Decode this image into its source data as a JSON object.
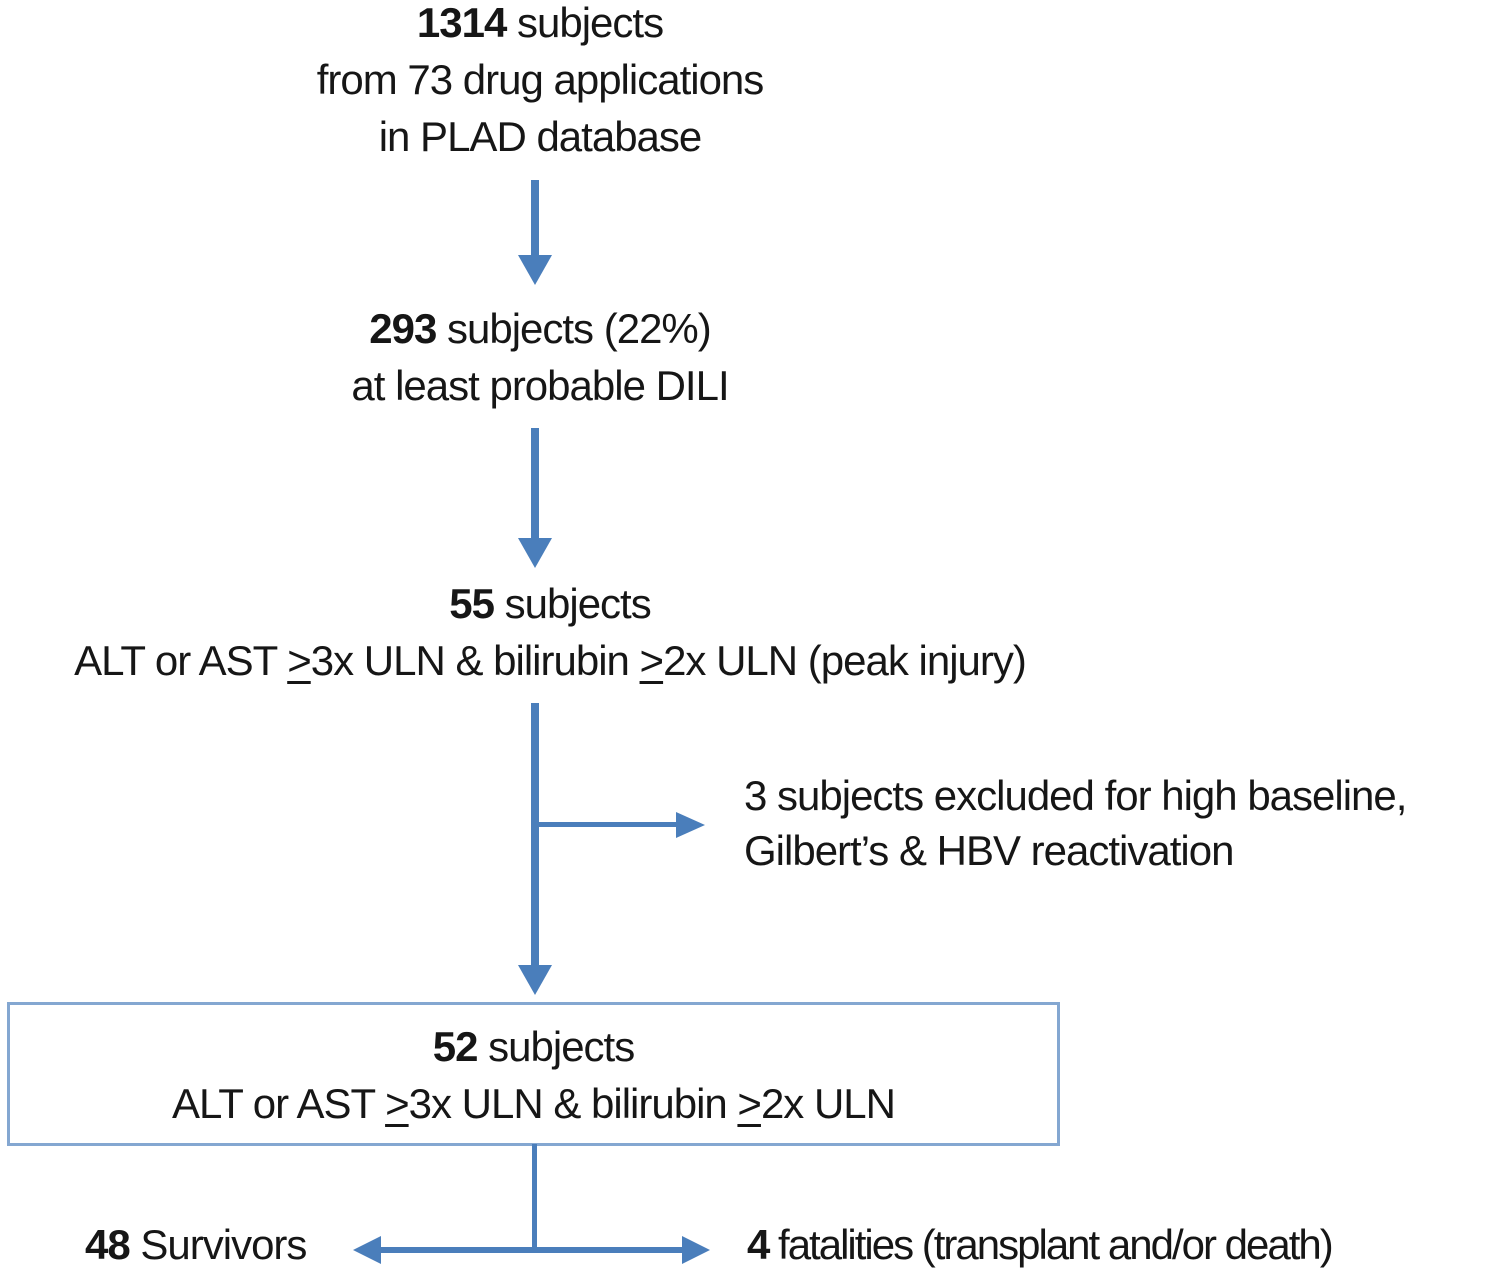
{
  "figure": {
    "type": "subject-disposition-flowchart",
    "colors": {
      "arrow": "#4a7ebb",
      "box_border": "#84a7d1",
      "text": "#161616"
    },
    "nodes": {
      "plad": {
        "count": "1314",
        "count_suffix": " subjects",
        "line2": "from 73 drug applications",
        "line3": "in PLAD database"
      },
      "probable_dili": {
        "count": "293",
        "count_suffix": " subjects (22%)",
        "line2": "at least probable DILI"
      },
      "peak_injury": {
        "count": "55",
        "count_suffix": " subjects",
        "criteria": "ALT or AST ≥3x ULN & bilirubin ≥2x ULN (peak injury)"
      },
      "excluded": {
        "line1": "3 subjects excluded for high baseline,",
        "line2": "Gilbert’s & HBV reactivation"
      },
      "final_cohort": {
        "count": "52",
        "count_suffix": " subjects",
        "criteria": "ALT or AST ≥3x ULN & bilirubin ≥2x ULN"
      },
      "survivors": {
        "count": "48",
        "count_suffix": " Survivors"
      },
      "fatalities": {
        "count": "4",
        "count_suffix": " fatalities (transplant and/or death)"
      }
    }
  }
}
